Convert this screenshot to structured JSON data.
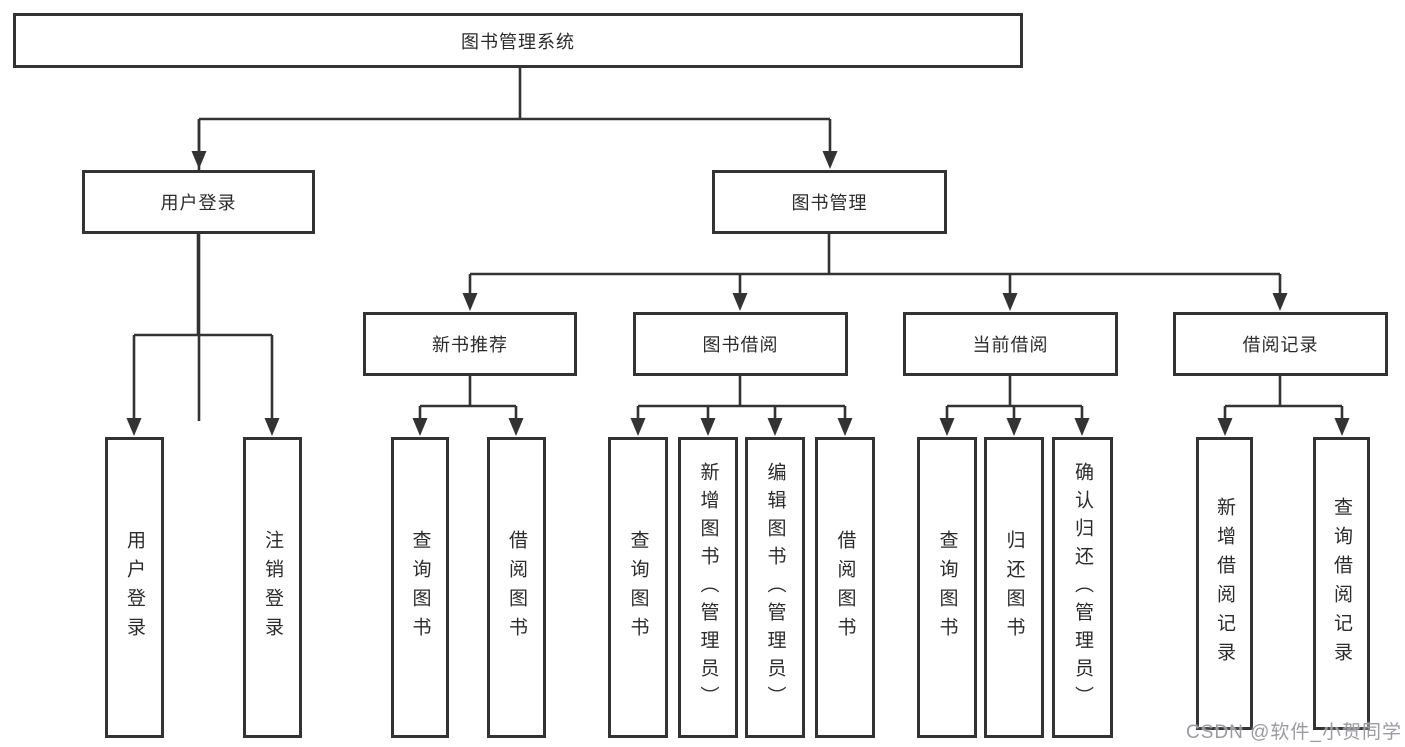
{
  "colors": {
    "line": "#333333",
    "text": "#2b2b2b",
    "watermark": "#9b9ba3",
    "background": "#ffffff"
  },
  "watermark": {
    "text": "CSDN @软件_小贺同学"
  },
  "tree": {
    "root": {
      "label": "图书管理系统"
    },
    "children": [
      {
        "label": "用户登录",
        "children": [
          {
            "label": "用户登录"
          },
          {
            "label": "注销登录"
          }
        ]
      },
      {
        "label": "图书管理",
        "children": [
          {
            "label": "新书推荐",
            "children": [
              {
                "label": "查询图书"
              },
              {
                "label": "借阅图书"
              }
            ]
          },
          {
            "label": "图书借阅",
            "children": [
              {
                "label": "查询图书"
              },
              {
                "label": "新增图书（管理员）"
              },
              {
                "label": "编辑图书（管理员）"
              },
              {
                "label": "借阅图书"
              }
            ]
          },
          {
            "label": "当前借阅",
            "children": [
              {
                "label": "查询图书"
              },
              {
                "label": "归还图书"
              },
              {
                "label": "确认归还（管理员）"
              }
            ]
          },
          {
            "label": "借阅记录",
            "children": [
              {
                "label": "新增借阅记录"
              },
              {
                "label": "查询借阅记录"
              }
            ]
          }
        ]
      }
    ]
  }
}
